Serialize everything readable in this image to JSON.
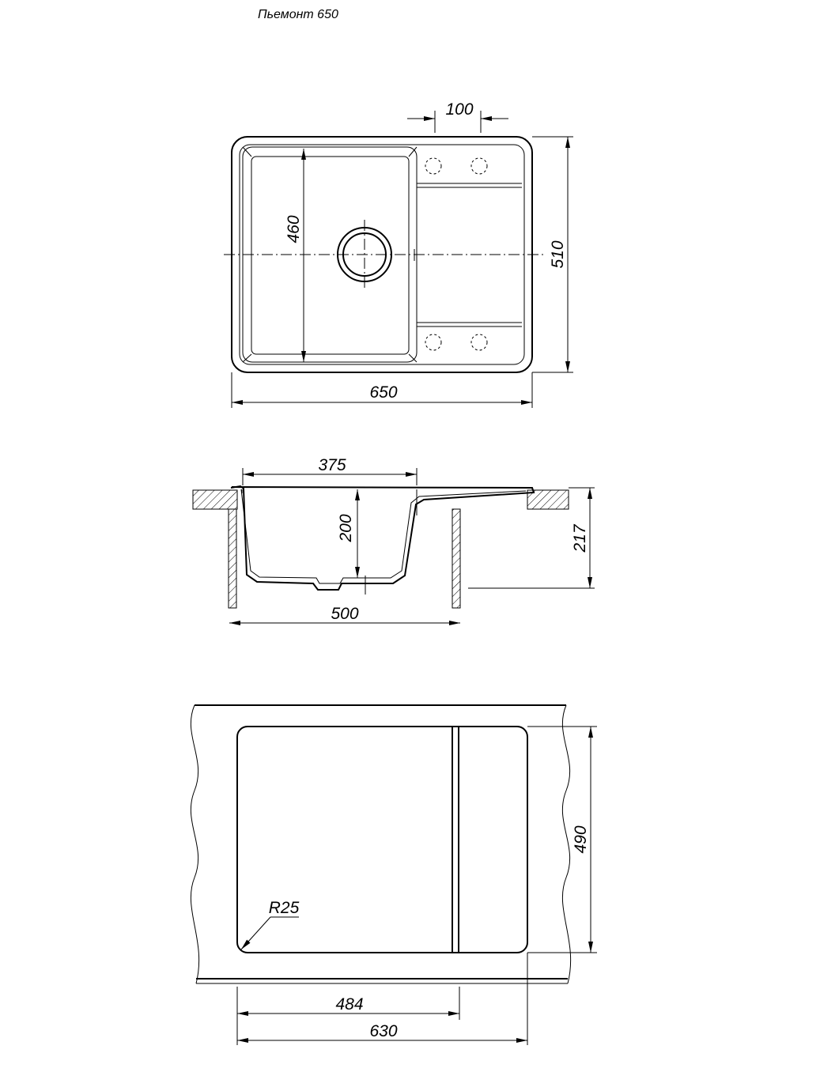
{
  "title": "Пьемонт 650",
  "top_view": {
    "dim_width": "650",
    "dim_height": "510",
    "dim_bowl": "460",
    "dim_tap": "100"
  },
  "side_view": {
    "dim_bowl_width": "375",
    "dim_bowl_depth": "200",
    "dim_total_depth": "217",
    "dim_cabinet": "500"
  },
  "cutout_view": {
    "dim_height": "490",
    "dim_radius": "R25",
    "dim_width": "630",
    "dim_bowl_width": "484"
  }
}
